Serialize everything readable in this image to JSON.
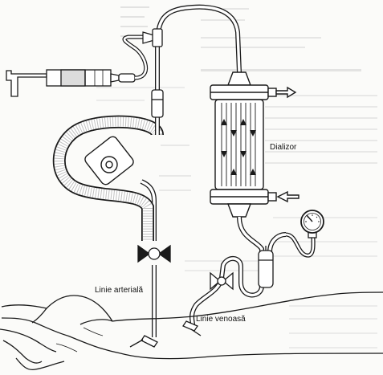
{
  "labels": {
    "dialyzer": "Dializor",
    "arterial_line": "Linie arterială",
    "venous_line": "Linie venoasă"
  },
  "colors": {
    "ink": "#1a1a1a",
    "tube_fill": "#ffffff",
    "background": "#fbfbf9",
    "bleed_through": "#b9b9b9"
  }
}
